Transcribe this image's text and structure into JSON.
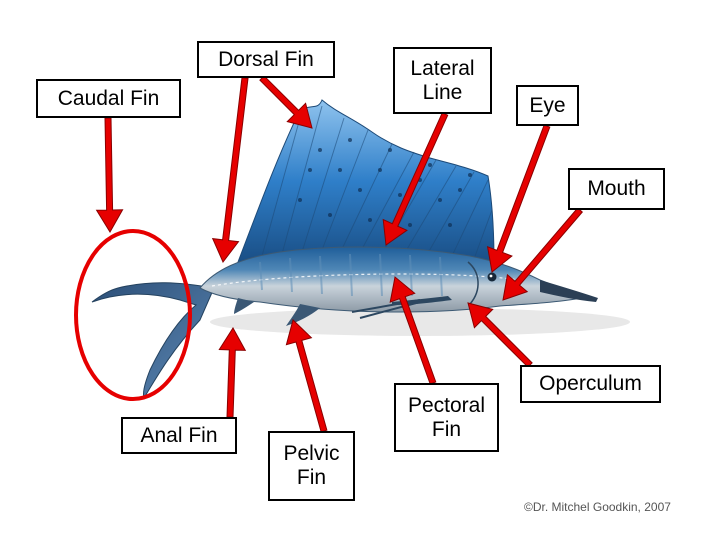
{
  "labels": {
    "dorsal_fin": "Dorsal Fin",
    "caudal_fin": "Caudal Fin",
    "lateral_line": "Lateral\nLine",
    "eye": "Eye",
    "mouth": "Mouth",
    "anal_fin": "Anal Fin",
    "pelvic_fin": "Pelvic\nFin",
    "pectoral_fin": "Pectoral\nFin",
    "operculum": "Operculum"
  },
  "copyright": "©Dr. Mitchel Goodkin, 2007",
  "colors": {
    "arrow": "#e60000",
    "arrow_outline": "#8a0000",
    "highlight_circle": "#e60000",
    "sail": "#2f7fc9",
    "body": "#b9c6d0",
    "back": "#1f5e9a"
  }
}
